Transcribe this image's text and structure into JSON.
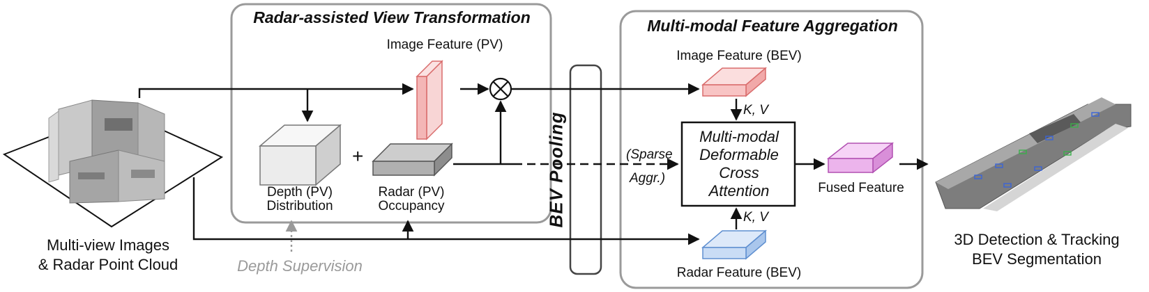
{
  "diagram": {
    "modules": {
      "rvt_title": "Radar-assisted View Transformation",
      "mfa_title": "Multi-modal Feature Aggregation",
      "bev_pooling": "BEV Pooling"
    },
    "inputs": {
      "line1": "Multi-view Images",
      "line2": "& Radar Point Cloud"
    },
    "nodes": {
      "image_feature_pv": "Image Feature (PV)",
      "depth_line1": "Depth (PV)",
      "depth_line2": "Distribution",
      "radar_line1": "Radar (PV)",
      "radar_line2": "Occupancy",
      "image_feature_bev": "Image Feature (BEV)",
      "radar_feature_bev": "Radar Feature (BEV)",
      "mdca_line1": "Multi-modal",
      "mdca_line2": "Deformable",
      "mdca_line3": "Cross",
      "mdca_line4": "Attention",
      "fused_feature": "Fused Feature",
      "kv_top": "K, V",
      "kv_bottom": "K, V",
      "plus": "+",
      "sparse_line1": "(Sparse",
      "sparse_line2": "Aggr.)",
      "depth_supervision": "Depth Supervision"
    },
    "outputs": {
      "line1": "3D Detection & Tracking",
      "line2": "BEV Segmentation"
    },
    "colors": {
      "image_feature_pv": "#f4b6b6",
      "depth_box": "#eeeeee",
      "radar_box": "#b0b0b0",
      "image_feature_bev": "#f8c4c4",
      "radar_feature_bev": "#c9dcf5",
      "fused_feature": "#ecb4ec",
      "module_border": "#9a9a9a"
    }
  }
}
